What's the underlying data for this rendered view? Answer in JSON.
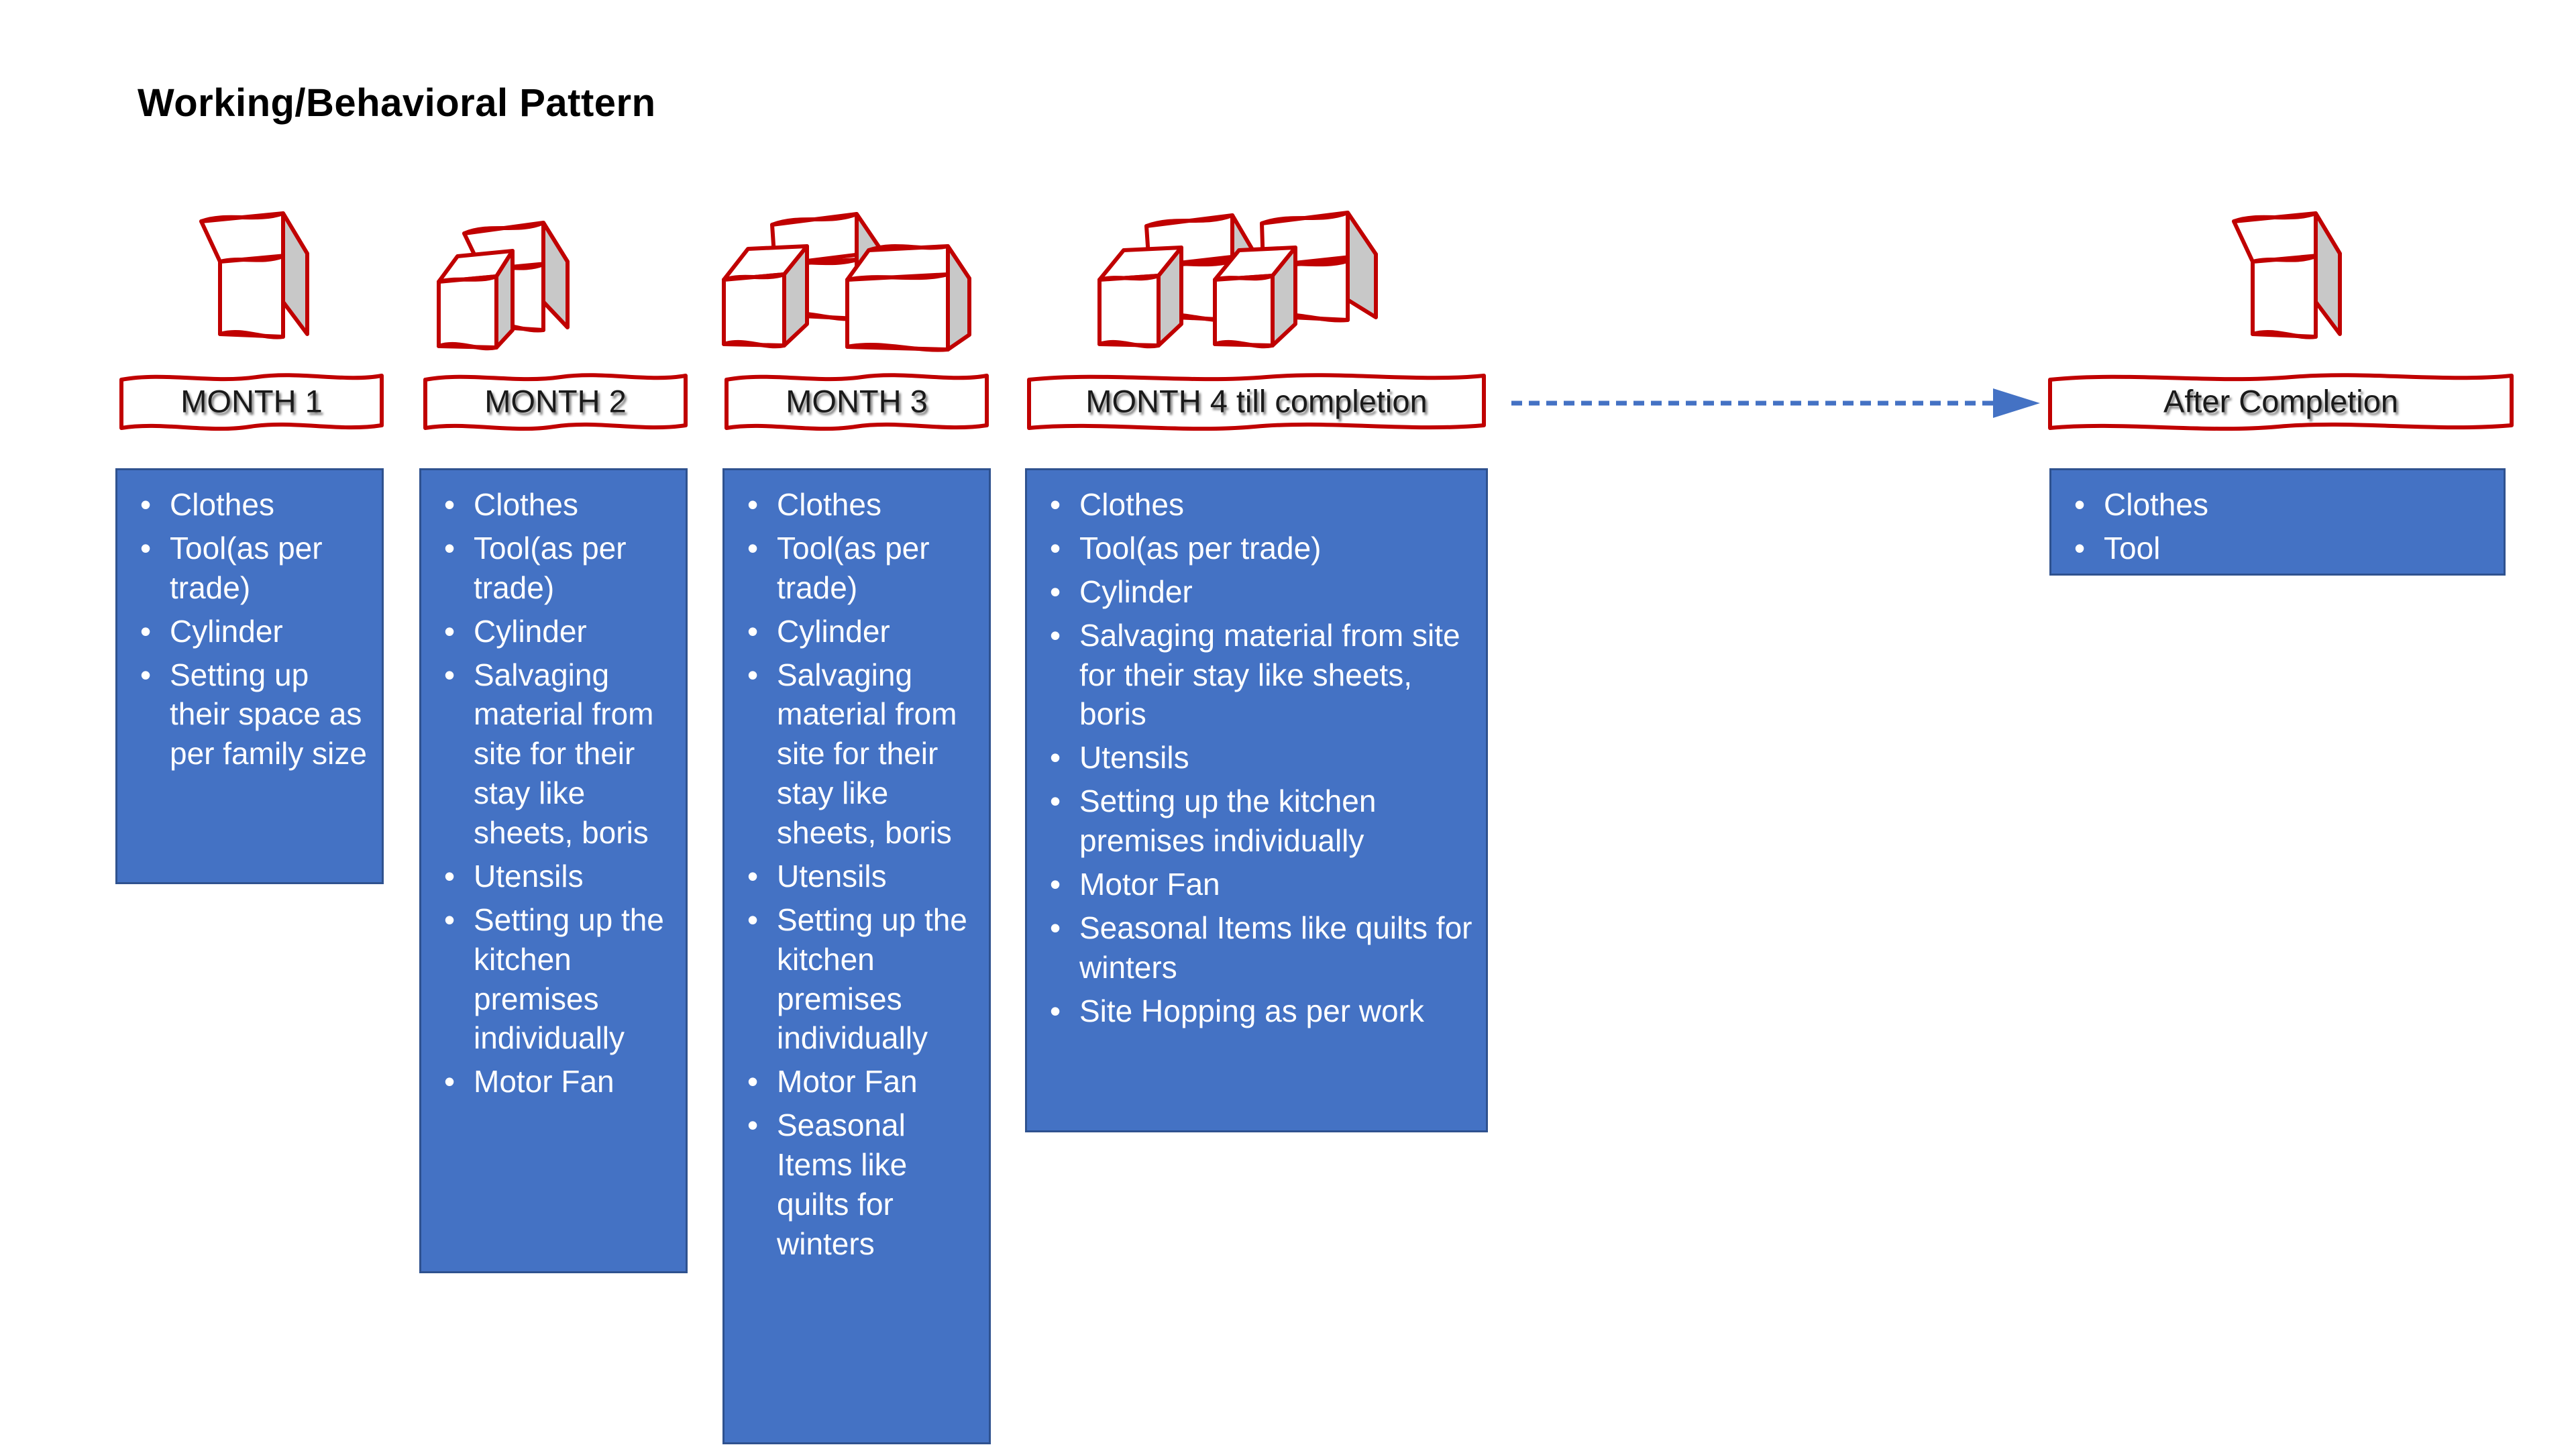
{
  "title": "Working/Behavioral Pattern",
  "accent_colors": {
    "panel_fill": "#4472C4",
    "panel_border": "#2F528F",
    "cube_outline": "#C00000",
    "cube_shade": "#C8C8C8",
    "arrow": "#4472C4"
  },
  "stages": [
    {
      "label": "MONTH 1",
      "cube_count": 1,
      "items": [
        "Clothes",
        "Tool(as per trade)",
        "Cylinder",
        "Setting up their space as per family size"
      ]
    },
    {
      "label": "MONTH 2",
      "cube_count": 2,
      "items": [
        "Clothes",
        "Tool(as per trade)",
        "Cylinder",
        "Salvaging material from site for their stay like sheets, boris",
        "Utensils",
        "Setting up the kitchen premises individually",
        "Motor Fan"
      ]
    },
    {
      "label": "MONTH 3",
      "cube_count": 3,
      "items": [
        "Clothes",
        "Tool(as per trade)",
        "Cylinder",
        "Salvaging material from site for their stay like sheets, boris",
        "Utensils",
        "Setting up the kitchen premises individually",
        "Motor Fan",
        "Seasonal Items like quilts for winters"
      ]
    },
    {
      "label": "MONTH 4 till completion",
      "cube_count": 4,
      "items": [
        "Clothes",
        "Tool(as per trade)",
        "Cylinder",
        "Salvaging material from site for their stay like sheets, boris",
        "Utensils",
        "Setting up the kitchen premises individually",
        "Motor Fan",
        "Seasonal Items like quilts for winters",
        "Site Hopping as per work"
      ]
    },
    {
      "label": "After Completion",
      "cube_count": 1,
      "items": [
        "Clothes",
        "Tool"
      ]
    }
  ],
  "connector": {
    "name": "progress-arrow",
    "style": "dashed",
    "direction": "right"
  }
}
